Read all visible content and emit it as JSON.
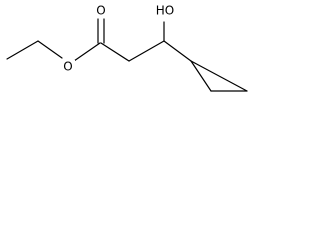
{
  "molecule": {
    "atom_labels": {
      "carbonyl_oxygen": "O",
      "ester_oxygen": "O",
      "hydroxyl": "HO"
    },
    "colors": {
      "bond": "#000000",
      "label": "#000000",
      "background": "#ffffff"
    }
  }
}
